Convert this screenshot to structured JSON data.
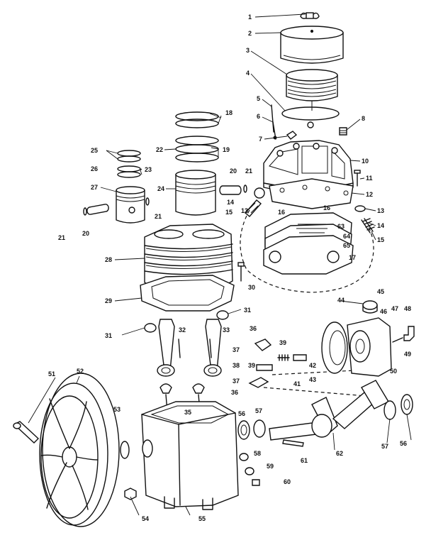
{
  "diagram": {
    "type": "exploded-parts-view",
    "labels": [
      {
        "id": "l1",
        "text": "1"
      },
      {
        "id": "l2",
        "text": "2"
      },
      {
        "id": "l3",
        "text": "3"
      },
      {
        "id": "l4",
        "text": "4"
      },
      {
        "id": "l5",
        "text": "5"
      },
      {
        "id": "l6",
        "text": "6"
      },
      {
        "id": "l7",
        "text": "7"
      },
      {
        "id": "l8",
        "text": "8"
      },
      {
        "id": "l10",
        "text": "10"
      },
      {
        "id": "l11",
        "text": "11"
      },
      {
        "id": "l12",
        "text": "12"
      },
      {
        "id": "l13a",
        "text": "13"
      },
      {
        "id": "l13b",
        "text": "13"
      },
      {
        "id": "l14a",
        "text": "14"
      },
      {
        "id": "l14b",
        "text": "14"
      },
      {
        "id": "l15a",
        "text": "15"
      },
      {
        "id": "l15b",
        "text": "15"
      },
      {
        "id": "l16a",
        "text": "16"
      },
      {
        "id": "l16b",
        "text": "16"
      },
      {
        "id": "l17",
        "text": "17"
      },
      {
        "id": "l18",
        "text": "18"
      },
      {
        "id": "l19",
        "text": "19"
      },
      {
        "id": "l20a",
        "text": "20"
      },
      {
        "id": "l20b",
        "text": "20"
      },
      {
        "id": "l21a",
        "text": "21"
      },
      {
        "id": "l21b",
        "text": "21"
      },
      {
        "id": "l21c",
        "text": "21"
      },
      {
        "id": "l22",
        "text": "22"
      },
      {
        "id": "l23",
        "text": "23"
      },
      {
        "id": "l24",
        "text": "24"
      },
      {
        "id": "l25",
        "text": "25"
      },
      {
        "id": "l26",
        "text": "26"
      },
      {
        "id": "l27",
        "text": "27"
      },
      {
        "id": "l28",
        "text": "28"
      },
      {
        "id": "l29",
        "text": "29"
      },
      {
        "id": "l30",
        "text": "30"
      },
      {
        "id": "l31a",
        "text": "31"
      },
      {
        "id": "l31b",
        "text": "31"
      },
      {
        "id": "l32",
        "text": "32"
      },
      {
        "id": "l33",
        "text": "33"
      },
      {
        "id": "l35",
        "text": "35"
      },
      {
        "id": "l36a",
        "text": "36"
      },
      {
        "id": "l36b",
        "text": "36"
      },
      {
        "id": "l37a",
        "text": "37"
      },
      {
        "id": "l37b",
        "text": "37"
      },
      {
        "id": "l38",
        "text": "38"
      },
      {
        "id": "l39a",
        "text": "39"
      },
      {
        "id": "l39b",
        "text": "39"
      },
      {
        "id": "l41",
        "text": "41"
      },
      {
        "id": "l42",
        "text": "42"
      },
      {
        "id": "l43",
        "text": "43"
      },
      {
        "id": "l44",
        "text": "44"
      },
      {
        "id": "l45",
        "text": "45"
      },
      {
        "id": "l46",
        "text": "46"
      },
      {
        "id": "l47",
        "text": "47"
      },
      {
        "id": "l48",
        "text": "48"
      },
      {
        "id": "l49",
        "text": "49"
      },
      {
        "id": "l50",
        "text": "50"
      },
      {
        "id": "l51",
        "text": "51"
      },
      {
        "id": "l52",
        "text": "52"
      },
      {
        "id": "l53",
        "text": "53"
      },
      {
        "id": "l54",
        "text": "54"
      },
      {
        "id": "l55",
        "text": "55"
      },
      {
        "id": "l56a",
        "text": "56"
      },
      {
        "id": "l56b",
        "text": "56"
      },
      {
        "id": "l57a",
        "text": "57"
      },
      {
        "id": "l57b",
        "text": "57"
      },
      {
        "id": "l58",
        "text": "58"
      },
      {
        "id": "l59",
        "text": "59"
      },
      {
        "id": "l60",
        "text": "60"
      },
      {
        "id": "l61",
        "text": "61"
      },
      {
        "id": "l62",
        "text": "62"
      },
      {
        "id": "l63",
        "text": "63"
      },
      {
        "id": "l64",
        "text": "64"
      },
      {
        "id": "l65",
        "text": "65"
      }
    ]
  }
}
